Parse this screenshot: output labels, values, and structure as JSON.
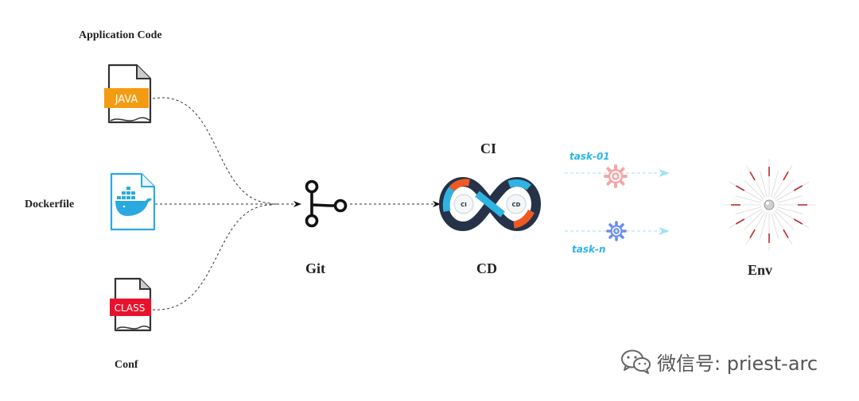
{
  "labels": {
    "application_code": "Application Code",
    "dockerfile": "Dockerfile",
    "conf": "Conf",
    "git": "Git",
    "ci": "CI",
    "cd": "CD",
    "env": "Env",
    "task_01": "task-01",
    "task_n": "task-n"
  },
  "file_icons": {
    "java": "JAVA",
    "class": "CLASS"
  },
  "pipeline_loop": {
    "ci_badge": "CI",
    "cd_badge": "CD"
  },
  "watermark": {
    "text": "微信号: priest-arc"
  },
  "colors": {
    "java_orange": "#f39c12",
    "docker_blue": "#29a9df",
    "class_red": "#e8122c",
    "task_cyan": "#29b6e8",
    "gear_pink": "#f6a5a5",
    "gear_blue": "#6b8ef0",
    "loop_dark": "#253248",
    "loop_orange": "#ef5a24",
    "loop_cyan": "#2fb3e3"
  }
}
